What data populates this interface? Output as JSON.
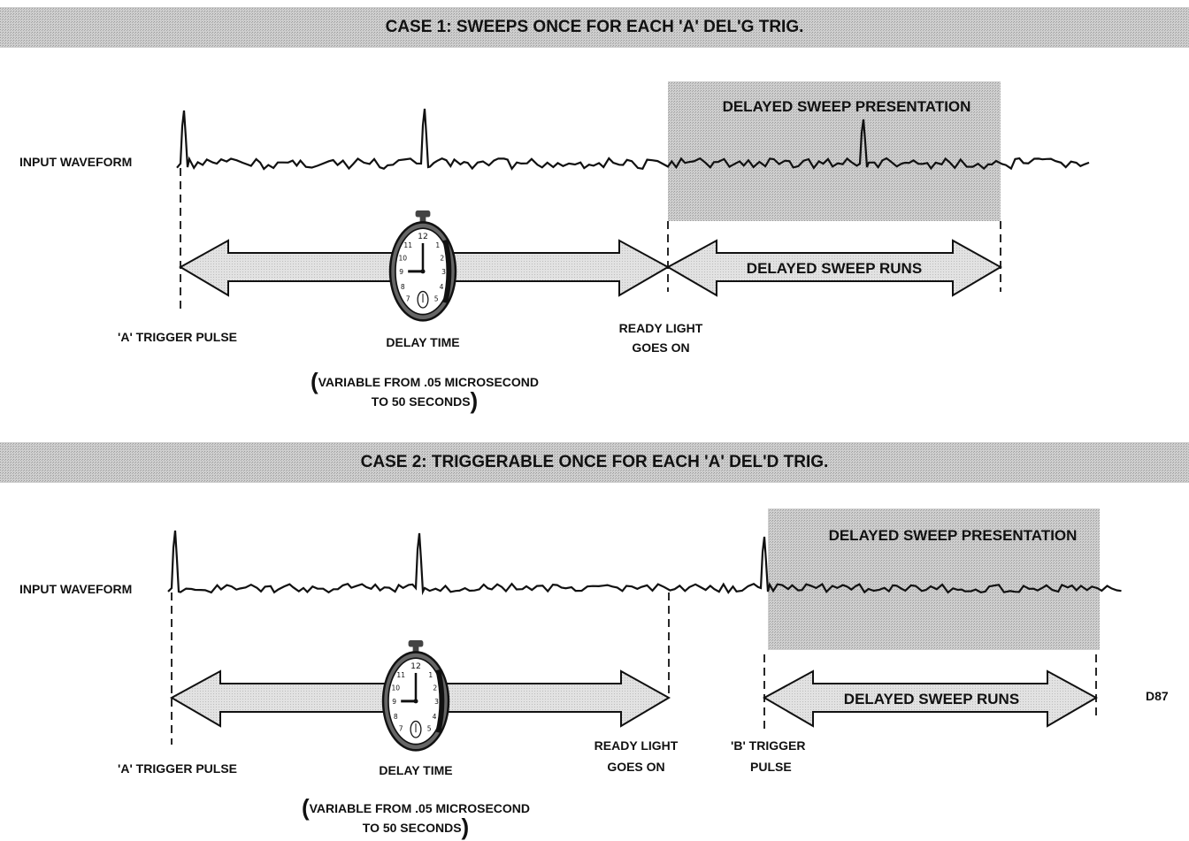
{
  "case1": {
    "banner": "CASE 1: SWEEPS ONCE FOR EACH 'A' DEL'G TRIG.",
    "input_label": "INPUT WAVEFORM",
    "presentation_label": "DELAYED SWEEP PRESENTATION",
    "sweep_runs_label": "DELAYED SWEEP RUNS",
    "trigger_label": "'A'  TRIGGER PULSE",
    "delay_label": "DELAY TIME",
    "variable_line1": "VARIABLE FROM .05 MICROSECOND",
    "variable_line2": "TO 50 SECONDS",
    "ready_line1": "READY LIGHT",
    "ready_line2": "GOES ON"
  },
  "case2": {
    "banner": "CASE 2: TRIGGERABLE ONCE FOR EACH 'A' DEL'D TRIG.",
    "input_label": "INPUT WAVEFORM",
    "presentation_label": "DELAYED SWEEP PRESENTATION",
    "sweep_runs_label": "DELAYED SWEEP RUNS",
    "trigger_label": "'A'  TRIGGER PULSE",
    "delay_label": "DELAY TIME",
    "variable_line1": "VARIABLE FROM .05 MICROSECOND",
    "variable_line2": "TO 50 SECONDS",
    "ready_line1": "READY LIGHT",
    "ready_line2": "GOES ON",
    "b_trigger_line1": "'B'  TRIGGER",
    "b_trigger_line2": "PULSE"
  },
  "figure_code": "D87",
  "colors": {
    "ink": "#111111",
    "banner_gray": "#b9b9b9",
    "box_gray": "#c6c6c6",
    "arrow_fill": "#d9d9d9"
  },
  "icons": [
    "pocket-watch-icon",
    "double-headed-arrow",
    "pulse-waveform"
  ]
}
